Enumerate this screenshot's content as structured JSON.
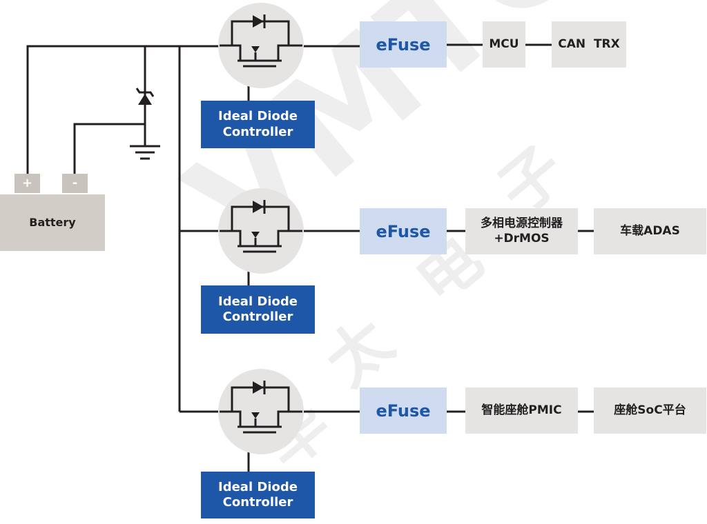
{
  "battery": {
    "label": "Battery",
    "plus": "+",
    "minus": "-"
  },
  "channels": [
    {
      "efuse": "eFuse",
      "controller": [
        "Ideal Diode",
        "Controller"
      ],
      "loads": [
        "MCU",
        "CAN  TRX"
      ]
    },
    {
      "efuse": "eFuse",
      "controller": [
        "Ideal Diode",
        "Controller"
      ],
      "loads": [
        "多相电源控制器\n+DrMOS",
        "车载ADAS"
      ]
    },
    {
      "efuse": "eFuse",
      "controller": [
        "Ideal Diode",
        "Controller"
      ],
      "loads": [
        "智能座舱PMIC",
        "座舱SoC平台"
      ]
    }
  ],
  "watermark": {
    "text": "VMTCH",
    "cn": [
      "华",
      "太",
      "电",
      "子"
    ]
  },
  "colors": {
    "controller": "#1e56a8",
    "efuse_bg": "#cfdbee",
    "efuse_text": "#1e56a8",
    "load_bg": "#e6e4e3",
    "battery_bg": "#d3cdc8",
    "wire": "#231f20"
  }
}
